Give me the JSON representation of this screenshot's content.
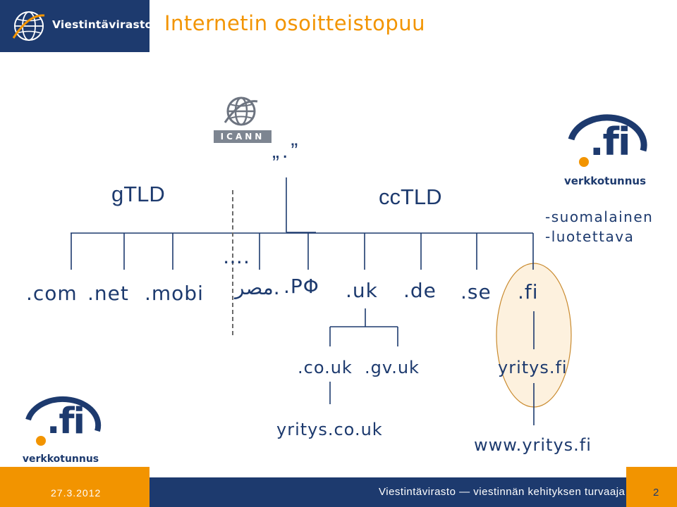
{
  "header": {
    "logo_text": "Viestintävirasto",
    "title": "Internetin osoitteistopuu"
  },
  "diagram": {
    "icann_label": "ICANN",
    "root": "„.”",
    "gtld_label": "gTLD",
    "cctld_label": "ccTLD",
    "ellipsis": "….",
    "tlds": {
      "com": ".com",
      "net": ".net",
      "mobi": ".mobi",
      "misr": ".مصر",
      "rf": ".PΦ",
      "uk": ".uk",
      "de": ".de",
      "se": ".se",
      "fi": ".fi"
    },
    "second_level": {
      "co_uk": ".co.uk",
      "gv_uk": ".gv.uk",
      "yritys_fi": "yritys.fi"
    },
    "third_level": {
      "yritys_co_uk": "yritys.co.uk",
      "www_yritys_fi": "www.yritys.fi"
    },
    "fi_notes": [
      "-suomalainen",
      "-luotettava"
    ]
  },
  "fi_logo": {
    "mark": ".fi",
    "caption": "verkkotunnus"
  },
  "footer": {
    "date": "27.3.2012",
    "text": "Viestintävirasto — viestinnän kehityksen turvaaja",
    "page": "2"
  },
  "colors": {
    "brand_blue": "#1d3a6e",
    "accent_orange": "#f29400",
    "ellipse_fill": "#fdf1de",
    "ellipse_stroke": "#c98a2e"
  }
}
